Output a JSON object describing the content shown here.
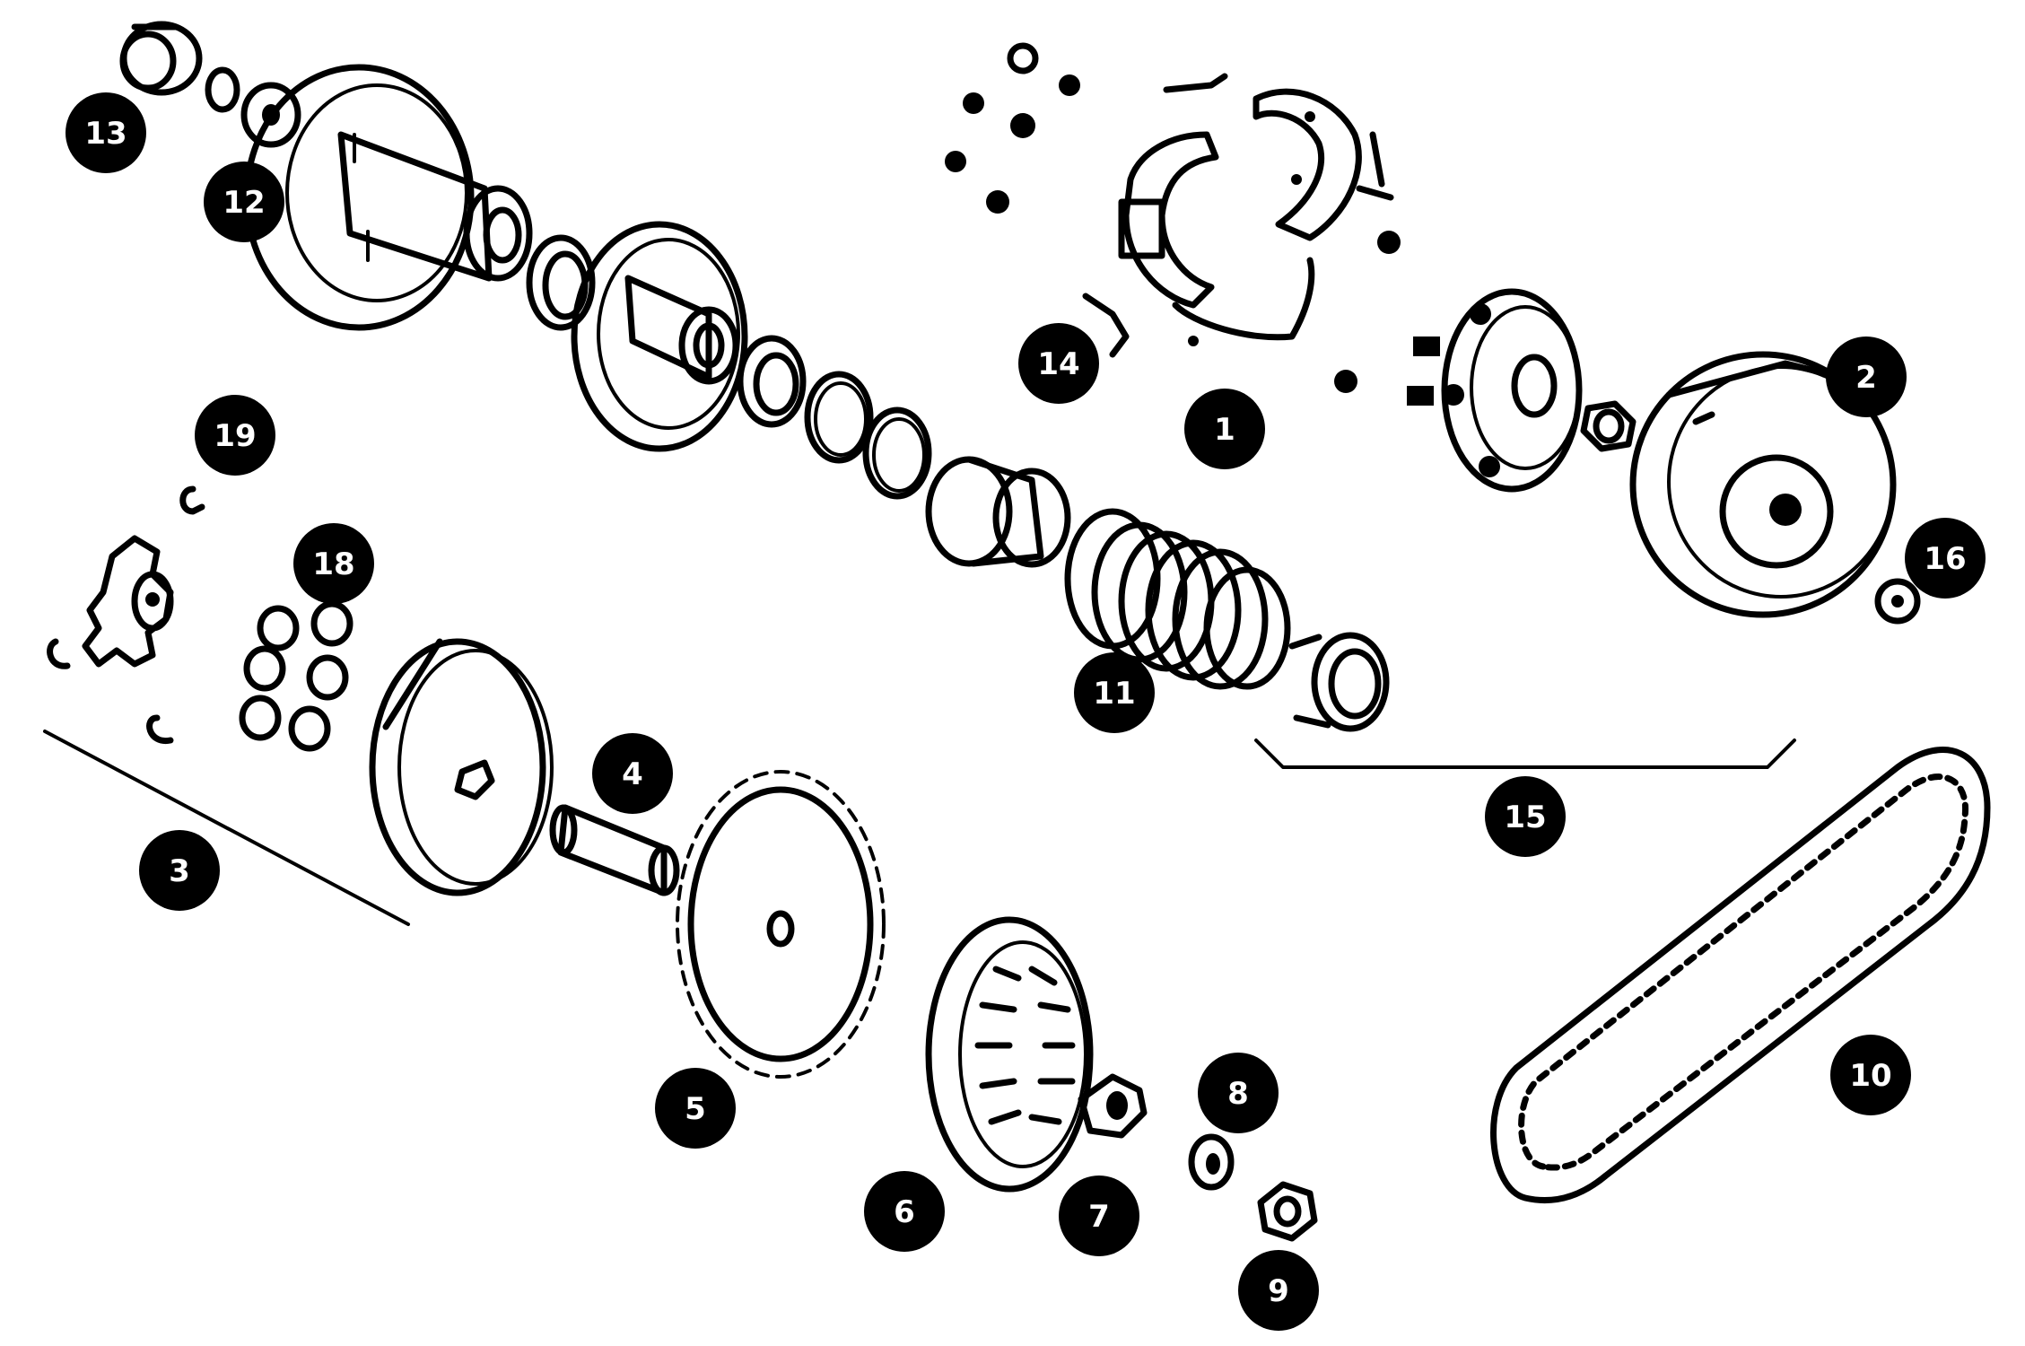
{
  "diagram": {
    "type": "exploded-parts-view",
    "colors": {
      "ink": "#000000",
      "background": "#ffffff",
      "callout_text": "#ffffff"
    },
    "callouts": [
      {
        "id": "c1",
        "label": "1"
      },
      {
        "id": "c2",
        "label": "2"
      },
      {
        "id": "c3",
        "label": "3"
      },
      {
        "id": "c4",
        "label": "4"
      },
      {
        "id": "c5",
        "label": "5"
      },
      {
        "id": "c6",
        "label": "6"
      },
      {
        "id": "c7",
        "label": "7"
      },
      {
        "id": "c8",
        "label": "8"
      },
      {
        "id": "c9",
        "label": "9"
      },
      {
        "id": "c10",
        "label": "10"
      },
      {
        "id": "c11",
        "label": "11"
      },
      {
        "id": "c12",
        "label": "12"
      },
      {
        "id": "c13",
        "label": "13"
      },
      {
        "id": "c14",
        "label": "14"
      },
      {
        "id": "c15",
        "label": "15"
      },
      {
        "id": "c16",
        "label": "16"
      },
      {
        "id": "c18",
        "label": "18"
      },
      {
        "id": "c19",
        "label": "19"
      }
    ]
  }
}
